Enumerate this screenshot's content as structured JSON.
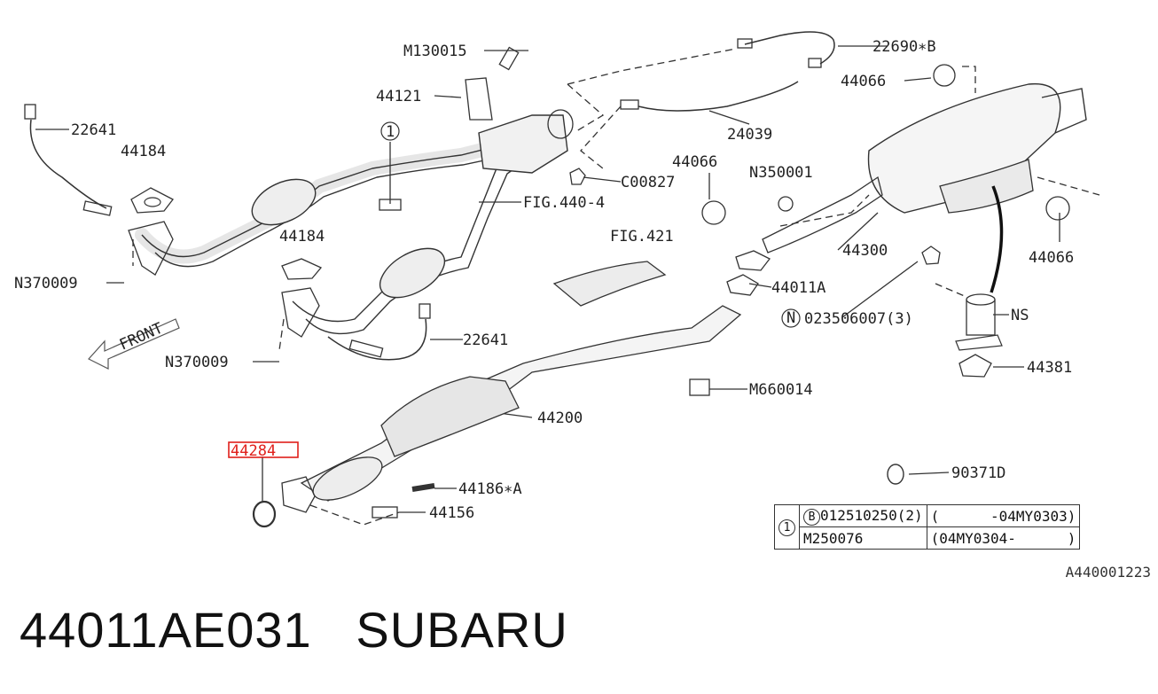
{
  "labels": {
    "p22690b": "22690∗B",
    "m130015": "M130015",
    "p44066a": "44066",
    "p44121": "44121",
    "p24039": "24039",
    "p22641a": "22641",
    "p44184a": "44184",
    "c1": "1",
    "c00827": "C00827",
    "p44066b": "44066",
    "n350001": "N350001",
    "fig4404": "FIG.440-4",
    "p44300": "44300",
    "p44066c": "44066",
    "p44184b": "44184",
    "fig421": "FIG.421",
    "n370009a": "N370009",
    "p44011a": "44011A",
    "n023506007": "023506007(3)",
    "n_circle": "N",
    "ns": "NS",
    "front": "FRONT",
    "p22641b": "22641",
    "n370009b": "N370009",
    "p44381": "44381",
    "m660014": "M660014",
    "p44200": "44200",
    "p44284": "44284",
    "p90371d": "90371D",
    "p44186a": "44186∗A",
    "p44156": "44156"
  },
  "note_table": {
    "row_marker": "1",
    "row1_badge": "B",
    "row1_part": "012510250(2)",
    "row1_range": "(      -04MY0303)",
    "row2_part": "M250076",
    "row2_range": "(04MY0304-      )"
  },
  "diagram_ref": "A440001223",
  "caption": "44011AE031   SUBARU",
  "colors": {
    "highlight": "#e0201b",
    "line": "#333333"
  }
}
